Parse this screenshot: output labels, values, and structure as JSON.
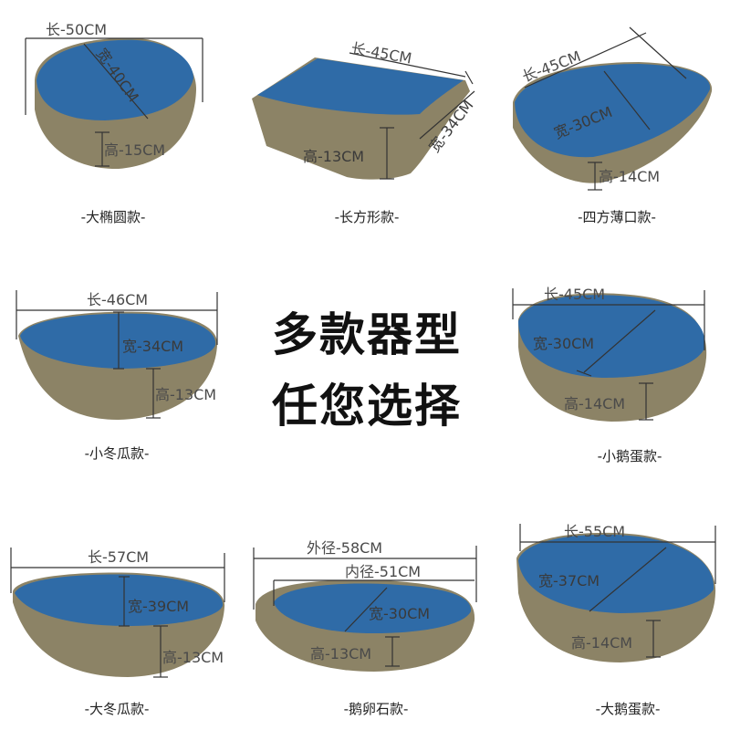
{
  "headline": {
    "line1": "多款器型",
    "line2": "任您选择"
  },
  "colors": {
    "basin_body": "#8c8366",
    "basin_top": "#2f6ba7",
    "text": "#222222"
  },
  "products": [
    {
      "caption": "-大椭圆款-",
      "length": "长-50CM",
      "width": "宽-40CM",
      "height": "高-15CM"
    },
    {
      "caption": "-长方形款-",
      "length": "长-45CM",
      "width": "宽-34CM",
      "height": "高-13CM"
    },
    {
      "caption": "-四方薄口款-",
      "length": "长-45CM",
      "width": "宽-30CM",
      "height": "高-14CM"
    },
    {
      "caption": "-小冬瓜款-",
      "length": "长-46CM",
      "width": "宽-34CM",
      "height": "高-13CM"
    },
    {
      "caption": "-小鹅蛋款-",
      "length": "长-45CM",
      "width": "宽-30CM",
      "height": "高-14CM"
    },
    {
      "caption": "-大冬瓜款-",
      "length": "长-57CM",
      "width": "宽-39CM",
      "height": "高-13CM"
    },
    {
      "caption": "-鹅卵石款-",
      "outer": "外径-58CM",
      "inner": "内径-51CM",
      "width": "宽-30CM",
      "height": "高-13CM"
    },
    {
      "caption": "-大鹅蛋款-",
      "length": "长-55CM",
      "width": "宽-37CM",
      "height": "高-14CM"
    }
  ]
}
